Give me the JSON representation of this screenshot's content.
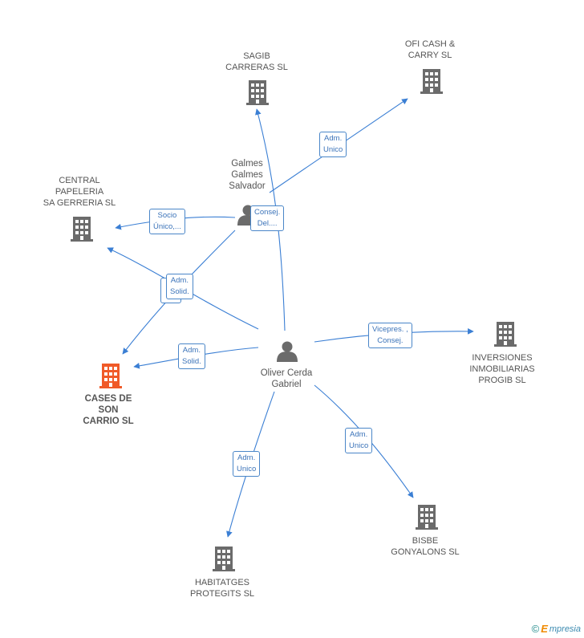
{
  "nodes": {
    "sagib": {
      "lines": [
        "SAGIB",
        "CARRERAS SL"
      ]
    },
    "oficash": {
      "lines": [
        "OFI CASH &",
        "CARRY SL"
      ]
    },
    "central": {
      "lines": [
        "CENTRAL",
        "PAPELERIA",
        "SA GERRERIA SL"
      ]
    },
    "galmes": {
      "lines": [
        "Galmes",
        "Galmes",
        "Salvador"
      ]
    },
    "cases": {
      "lines": [
        "CASES DE",
        "SON",
        "CARRIO SL"
      ]
    },
    "oliver": {
      "lines": [
        "Oliver Cerda",
        "Gabriel"
      ]
    },
    "inversiones": {
      "lines": [
        "INVERSIONES",
        "INMOBILIARIAS",
        "PROGIB SL"
      ]
    },
    "bisbe": {
      "lines": [
        "BISBE",
        "GONYALONS SL"
      ]
    },
    "habitatges": {
      "lines": [
        "HABITATGES",
        "PROTEGITS SL"
      ]
    }
  },
  "edges": {
    "galmes_oficash": {
      "lines": [
        "Adm.",
        "Unico"
      ]
    },
    "galmes_central": {
      "lines": [
        "Socio",
        "Único,..."
      ]
    },
    "oliver_sagib": {
      "lines": [
        "Consej.",
        "Del...."
      ]
    },
    "solid_a": {
      "lines": [
        "Adm.",
        "Solid."
      ]
    },
    "oliver_cases": {
      "lines": [
        "Adm.",
        "Solid."
      ]
    },
    "oliver_inversiones": {
      "lines": [
        "Vicepres. ,",
        "Consej."
      ]
    },
    "oliver_bisbe": {
      "lines": [
        "Adm.",
        "Unico"
      ]
    },
    "oliver_habitatges": {
      "lines": [
        "Adm.",
        "Unico"
      ]
    }
  },
  "colors": {
    "edge": "#3b7fd4",
    "building": "#6b6b6b",
    "main_building": "#f05a28",
    "person": "#6b6b6b"
  },
  "credit": {
    "symbol": "©",
    "brand_initial": "E",
    "brand_rest": "mpresia"
  }
}
